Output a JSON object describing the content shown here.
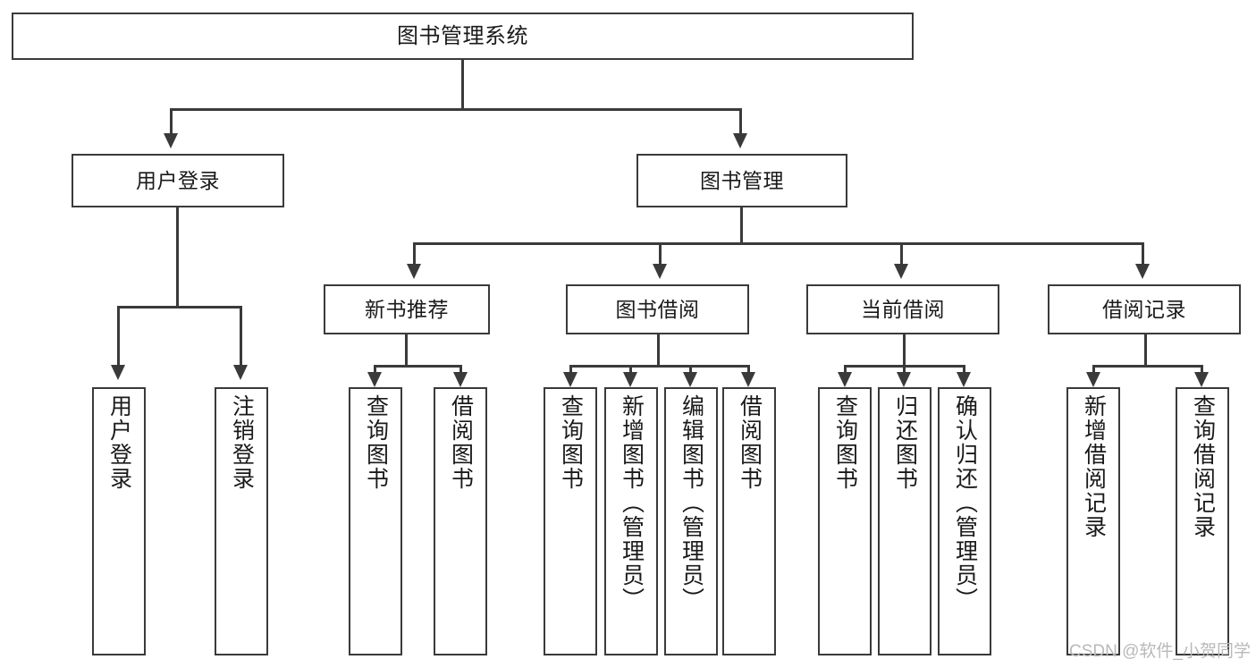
{
  "diagram": {
    "title": "图书管理系统",
    "type": "tree-hierarchy-chart",
    "colors": {
      "box_border": "#3a3a3a",
      "box_fill": "#ffffff",
      "connector": "#3a3a3a",
      "text": "#1a1a1a",
      "watermark": "#b9b9b9",
      "background": "#ffffff"
    },
    "root": {
      "label": "图书管理系统"
    },
    "level1": [
      {
        "label": "用户登录"
      },
      {
        "label": "图书管理"
      }
    ],
    "level2": [
      {
        "label": "新书推荐"
      },
      {
        "label": "图书借阅"
      },
      {
        "label": "当前借阅"
      },
      {
        "label": "借阅记录"
      }
    ],
    "leaves": {
      "user_login": [
        {
          "label": "用户登录"
        },
        {
          "label": "注销登录"
        }
      ],
      "new_book_recommend": [
        {
          "label": "查询图书"
        },
        {
          "label": "借阅图书"
        }
      ],
      "book_borrow": [
        {
          "label": "查询图书"
        },
        {
          "label": "新增图书（管理员）"
        },
        {
          "label": "编辑图书（管理员）"
        },
        {
          "label": "借阅图书"
        }
      ],
      "current_borrow": [
        {
          "label": "查询图书"
        },
        {
          "label": "归还图书"
        },
        {
          "label": "确认归还（管理员）"
        }
      ],
      "borrow_record": [
        {
          "label": "新增借阅记录"
        },
        {
          "label": "查询借阅记录"
        }
      ]
    }
  },
  "watermark": {
    "text": "CSDN @软件_小贺同学"
  }
}
